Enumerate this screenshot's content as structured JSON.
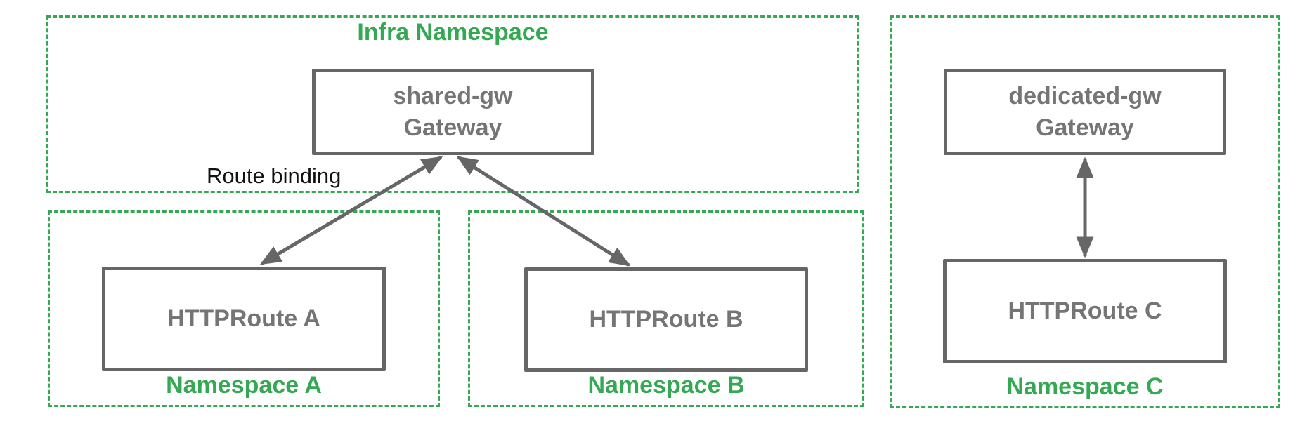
{
  "colors": {
    "namespace_green": "#34A853",
    "box_border_gray": "#666666",
    "box_text_gray": "#757575",
    "arrow_gray": "#666666",
    "annotation_black": "#111111",
    "background": "#ffffff"
  },
  "infra_namespace": {
    "title": "Infra Namespace",
    "gateway": {
      "name": "shared-gw",
      "kind": "Gateway"
    }
  },
  "annotations": {
    "route_binding": "Route binding"
  },
  "namespace_a": {
    "title": "Namespace A",
    "route": "HTTPRoute A"
  },
  "namespace_b": {
    "title": "Namespace B",
    "route": "HTTPRoute B"
  },
  "namespace_c": {
    "title": "Namespace C",
    "gateway": {
      "name": "dedicated-gw",
      "kind": "Gateway"
    },
    "route": "HTTPRoute C"
  }
}
